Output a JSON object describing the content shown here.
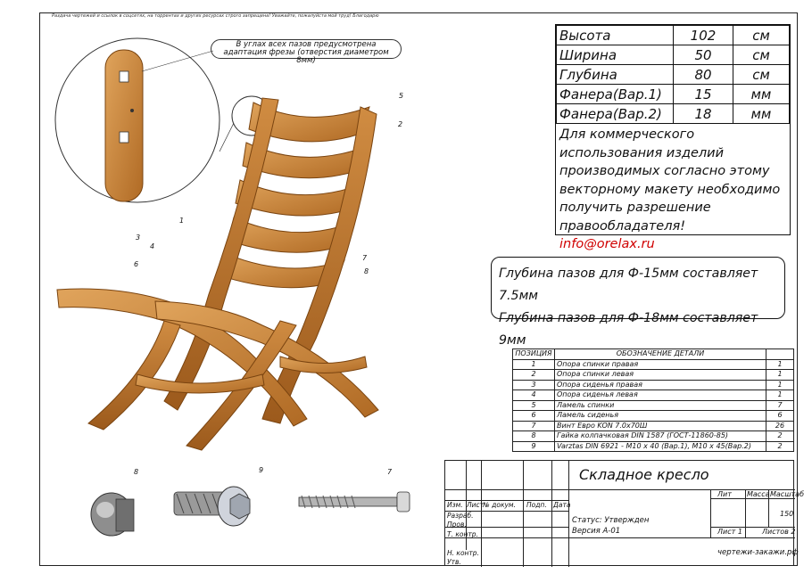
{
  "notice": "Раздача чертежей и ссылок в соцсетях, на торрентах и других ресурсах строго запрещена! Уважайте, пожалуйста мой труд! Благодарю",
  "callout": {
    "line1": "В углах всех пазов предусмотрена",
    "line2": "адаптация фрезы (отверстия диаметром 8мм)"
  },
  "dimensions": [
    {
      "label": "Высота",
      "value": "102",
      "unit": "см"
    },
    {
      "label": "Ширина",
      "value": "50",
      "unit": "см"
    },
    {
      "label": "Глубина",
      "value": "80",
      "unit": "см"
    },
    {
      "label": "Фанера(Вар.1)",
      "value": "15",
      "unit": "мм"
    },
    {
      "label": "Фанера(Вар.2)",
      "value": "18",
      "unit": "мм"
    }
  ],
  "license_note": "Для коммерческого использования изделий производимых согласно этому векторному макету необходимо получить разрешение правообладателя!",
  "email": "info@orelax.ru",
  "slot_depth": {
    "line1": "Глубина пазов для Ф-15мм составляет 7.5мм",
    "line2": "Глубина пазов для Ф-18мм составляет 9мм"
  },
  "parts_table": {
    "headers": [
      "ПОЗИЦИЯ",
      "ОБОЗНАЧЕНИЕ ДЕТАЛИ",
      ""
    ],
    "rows": [
      {
        "pos": "1",
        "name": "Опора спинки правая",
        "qty": "1"
      },
      {
        "pos": "2",
        "name": "Опора спинки левая",
        "qty": "1"
      },
      {
        "pos": "3",
        "name": "Опора сиденья правая",
        "qty": "1"
      },
      {
        "pos": "4",
        "name": "Опора сиденья левая",
        "qty": "1"
      },
      {
        "pos": "5",
        "name": "Ламель спинки",
        "qty": "7"
      },
      {
        "pos": "6",
        "name": "Ламель сиденья",
        "qty": "6"
      },
      {
        "pos": "7",
        "name": "Винт Евро KON 7.0x70Ш",
        "qty": "26"
      },
      {
        "pos": "8",
        "name": "Гайка колпачковая DIN 1587 (ГОСТ-11860-85)",
        "qty": "2"
      },
      {
        "pos": "9",
        "name": "Varztas DIN 6921 - M10 x 40 (Вар.1), M10 x 45(Вар.2)",
        "qty": "2"
      }
    ]
  },
  "title_block": {
    "title": "Складное кресло",
    "status": "Статус: Утвержден",
    "version": "Версия А-01",
    "lit": "Лит",
    "mass": "Масса",
    "scale": "Масштаб",
    "scale_value": "150",
    "sheet": "Лист 1",
    "sheets": "Листов 2",
    "site": "чертежи-закажи.рф",
    "cols": [
      "Изм.",
      "Лист",
      "№ докум.",
      "Подп.",
      "Дата"
    ],
    "roles": [
      "Разраб.",
      "Пров.",
      "Т. контр.",
      "Н. контр.",
      "Утв."
    ]
  },
  "callout_numbers": [
    "1",
    "2",
    "3",
    "4",
    "5",
    "6",
    "7",
    "8",
    "8",
    "9",
    "7"
  ]
}
